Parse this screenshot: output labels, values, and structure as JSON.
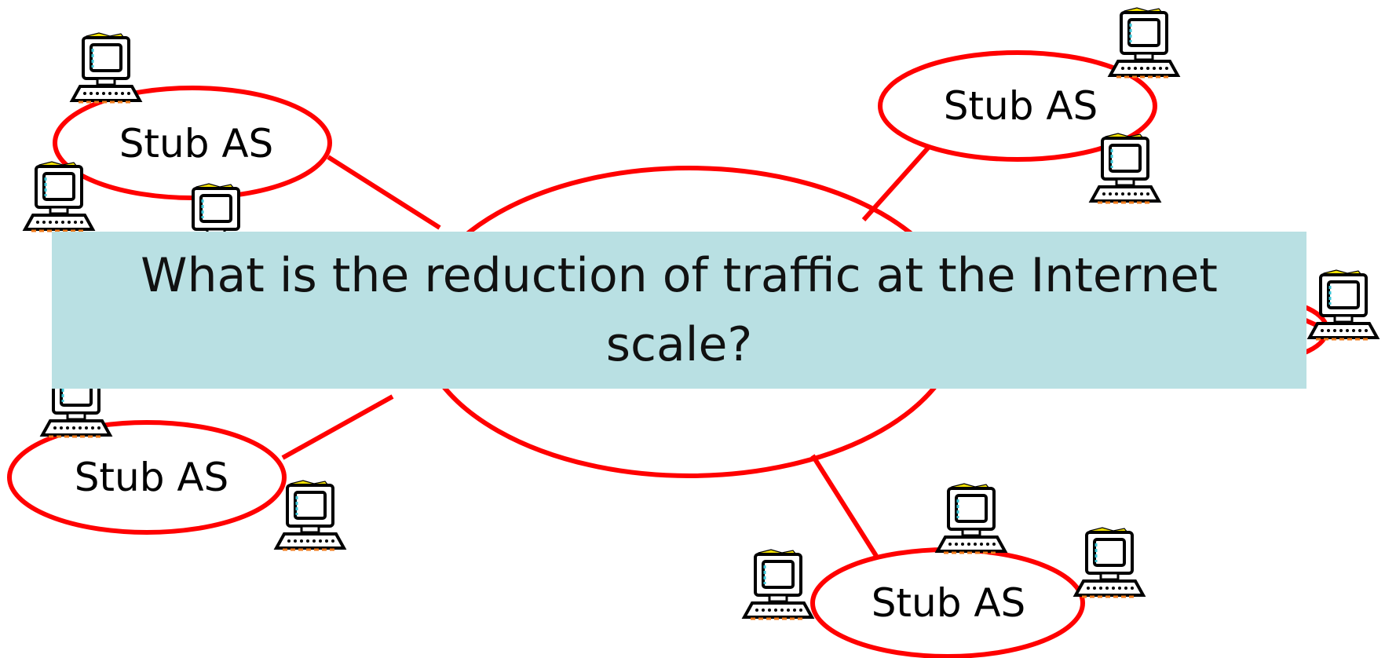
{
  "colors": {
    "link": "#ff0000",
    "ellipse_stroke": "#ff0000",
    "question_bg": "#b9e0e3"
  },
  "stubs": [
    {
      "label": "Stub AS"
    },
    {
      "label": "Stub AS"
    },
    {
      "label": "Stub AS"
    },
    {
      "label": "Stub AS"
    }
  ],
  "question": {
    "text": "What is the reduction of traffic at the Internet scale?"
  },
  "icons": {
    "host": "computer-icon"
  }
}
